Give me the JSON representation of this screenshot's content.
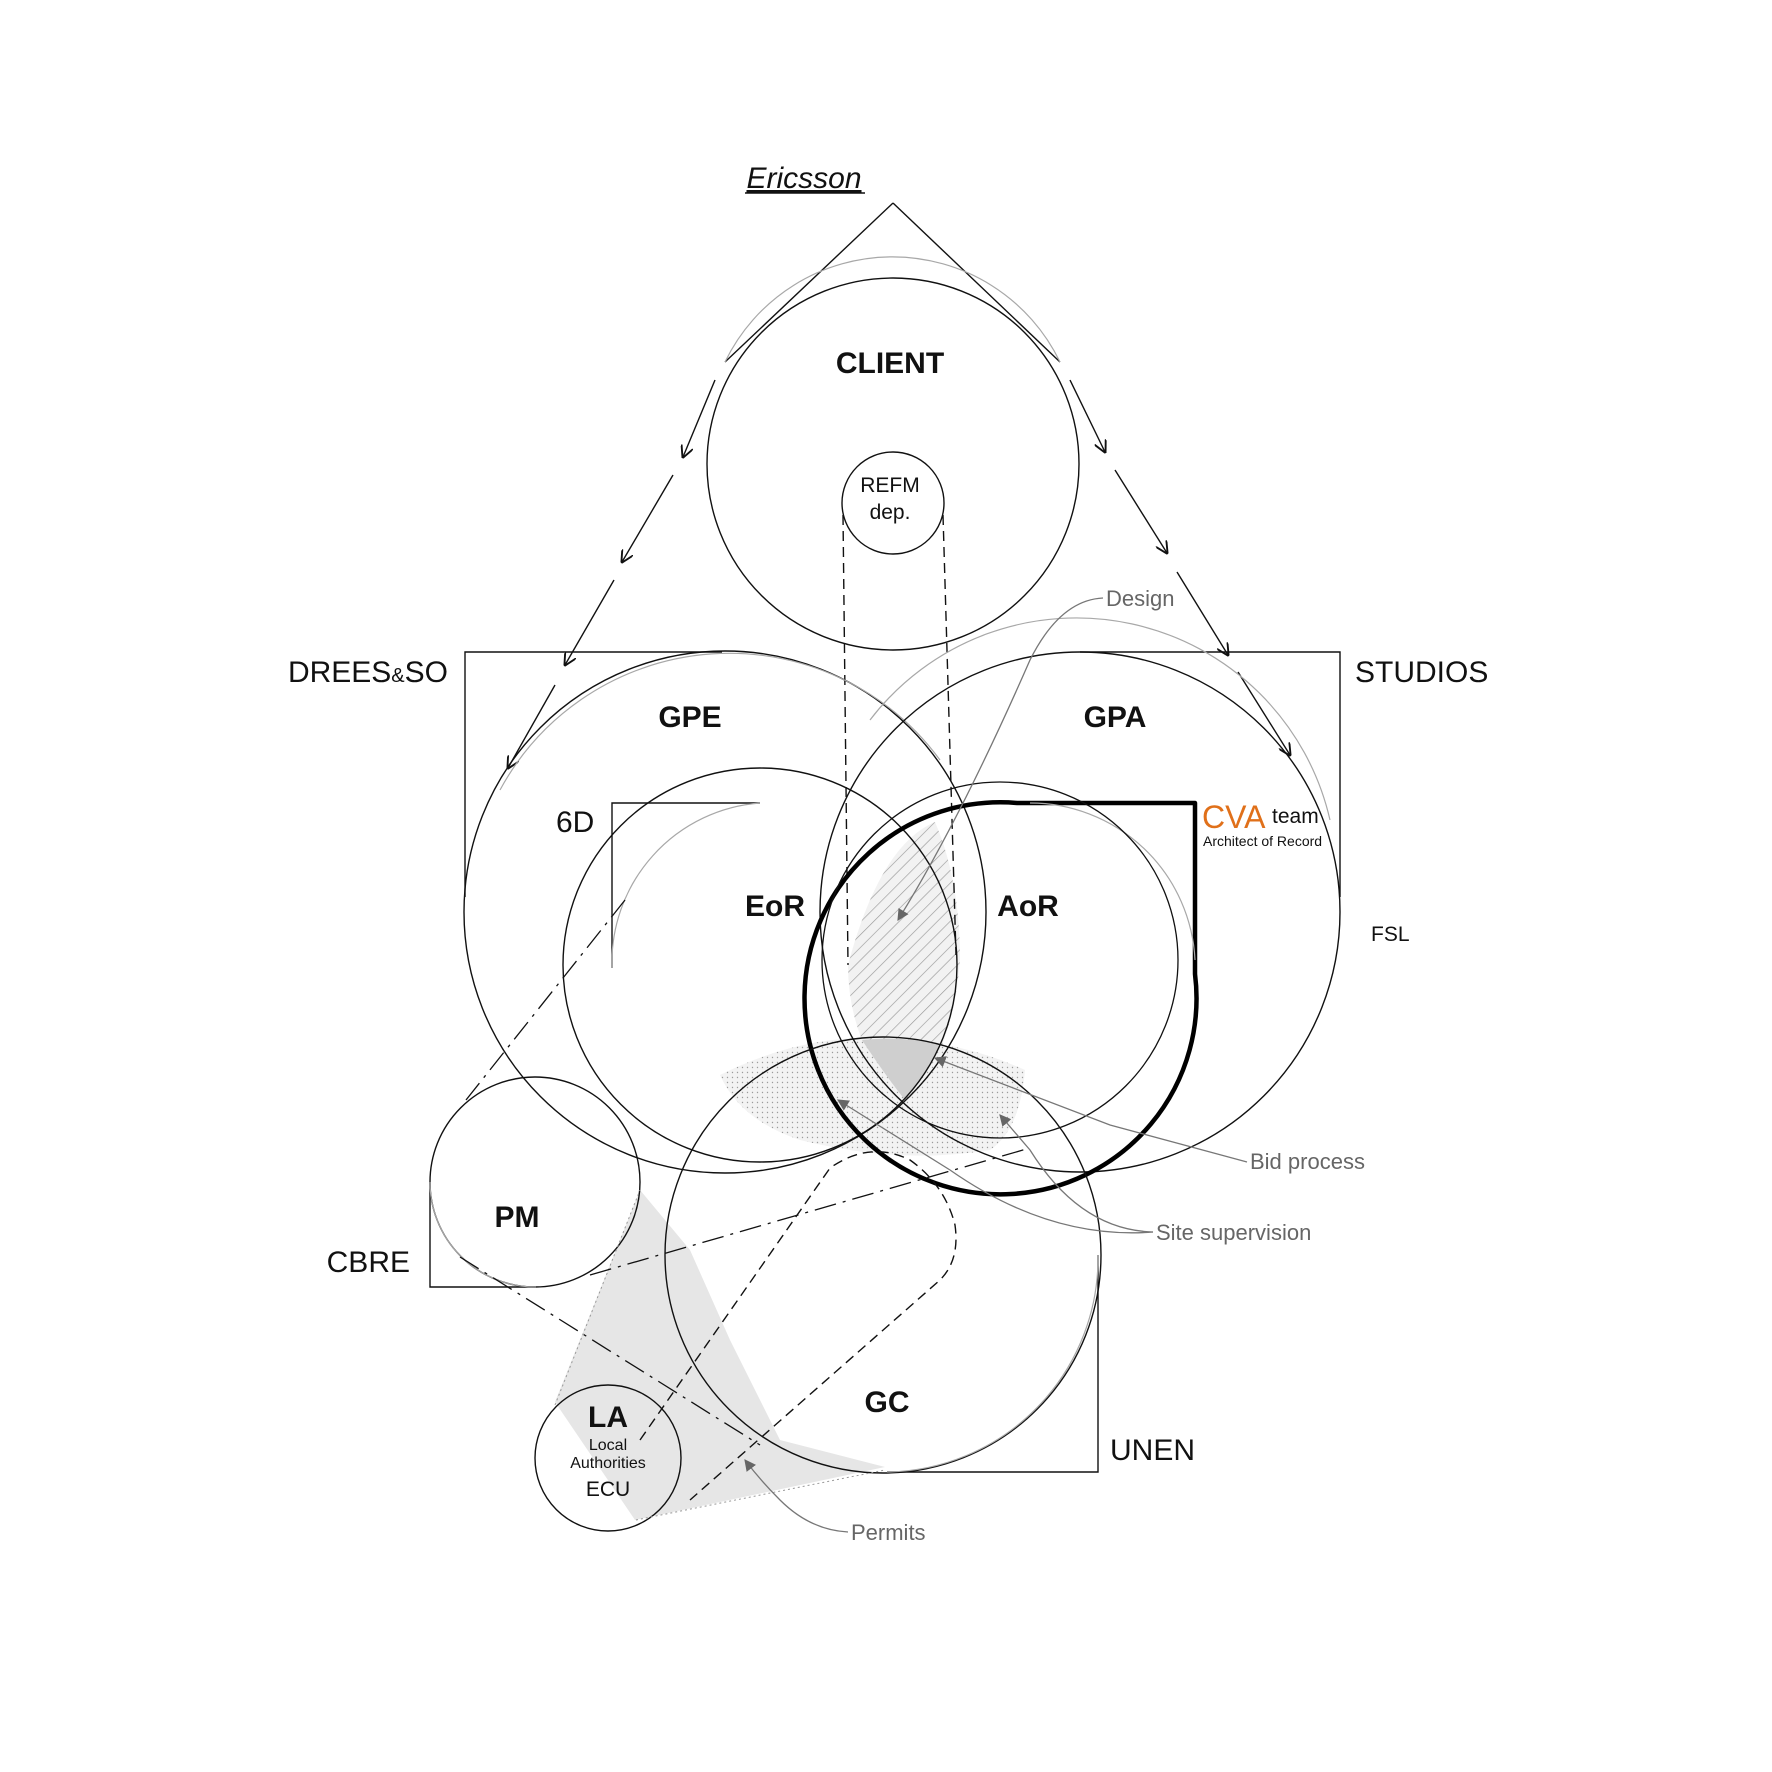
{
  "diagram": {
    "top_label": "Ericsson",
    "client": {
      "label": "CLIENT"
    },
    "refm": {
      "line1": "REFM",
      "line2": "dep."
    },
    "drees": {
      "main": "DREES",
      "amp": "&",
      "end": "SO"
    },
    "studios": {
      "label": "STUDIOS"
    },
    "gpe": {
      "label": "GPE"
    },
    "gpa": {
      "label": "GPA"
    },
    "six_d": {
      "label": "6D"
    },
    "cva": {
      "name": "CVA",
      "team": "team",
      "role": "Architect of Record",
      "accent": "#e0701a"
    },
    "eor": {
      "label": "EoR"
    },
    "aor": {
      "label": "AoR"
    },
    "fsl": {
      "label": "FSL"
    },
    "pm": {
      "label": "PM"
    },
    "cbre": {
      "label": "CBRE"
    },
    "gc": {
      "label": "GC"
    },
    "unen": {
      "label": "UNEN"
    },
    "la": {
      "label": "LA",
      "line1": "Local",
      "line2": "Authorities",
      "line3": "ECU"
    },
    "annotations": {
      "design": "Design",
      "bid_process": "Bid process",
      "site_supervision": "Site supervision",
      "permits": "Permits"
    }
  }
}
